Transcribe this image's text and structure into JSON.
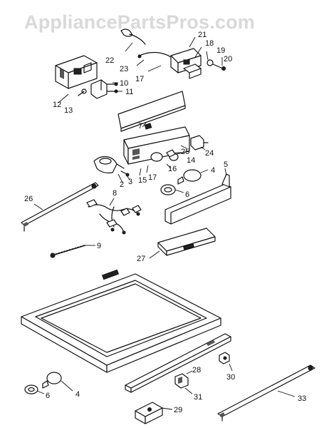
{
  "watermark": "AppliancePartsPros.com",
  "callouts": [
    {
      "id": "22",
      "label": "22"
    },
    {
      "id": "21",
      "label": "21"
    },
    {
      "id": "18",
      "label": "18"
    },
    {
      "id": "19",
      "label": "19"
    },
    {
      "id": "20",
      "label": "20"
    },
    {
      "id": "23",
      "label": "23"
    },
    {
      "id": "17a",
      "label": "17"
    },
    {
      "id": "10",
      "label": "10"
    },
    {
      "id": "11",
      "label": "11"
    },
    {
      "id": "12",
      "label": "12"
    },
    {
      "id": "13",
      "label": "13"
    },
    {
      "id": "7",
      "label": "7"
    },
    {
      "id": "25",
      "label": "25"
    },
    {
      "id": "24",
      "label": "24"
    },
    {
      "id": "14",
      "label": "14"
    },
    {
      "id": "16",
      "label": "16"
    },
    {
      "id": "17b",
      "label": "17"
    },
    {
      "id": "15",
      "label": "15"
    },
    {
      "id": "4a",
      "label": "4"
    },
    {
      "id": "5",
      "label": "5"
    },
    {
      "id": "6a",
      "label": "6"
    },
    {
      "id": "2",
      "label": "2"
    },
    {
      "id": "3",
      "label": "3"
    },
    {
      "id": "8",
      "label": "8"
    },
    {
      "id": "26",
      "label": "26"
    },
    {
      "id": "9",
      "label": "9"
    },
    {
      "id": "27",
      "label": "27"
    },
    {
      "id": "28",
      "label": "28"
    },
    {
      "id": "30",
      "label": "30"
    },
    {
      "id": "31",
      "label": "31"
    },
    {
      "id": "29",
      "label": "29"
    },
    {
      "id": "33",
      "label": "33"
    },
    {
      "id": "6b",
      "label": "6"
    },
    {
      "id": "4b",
      "label": "4"
    }
  ]
}
